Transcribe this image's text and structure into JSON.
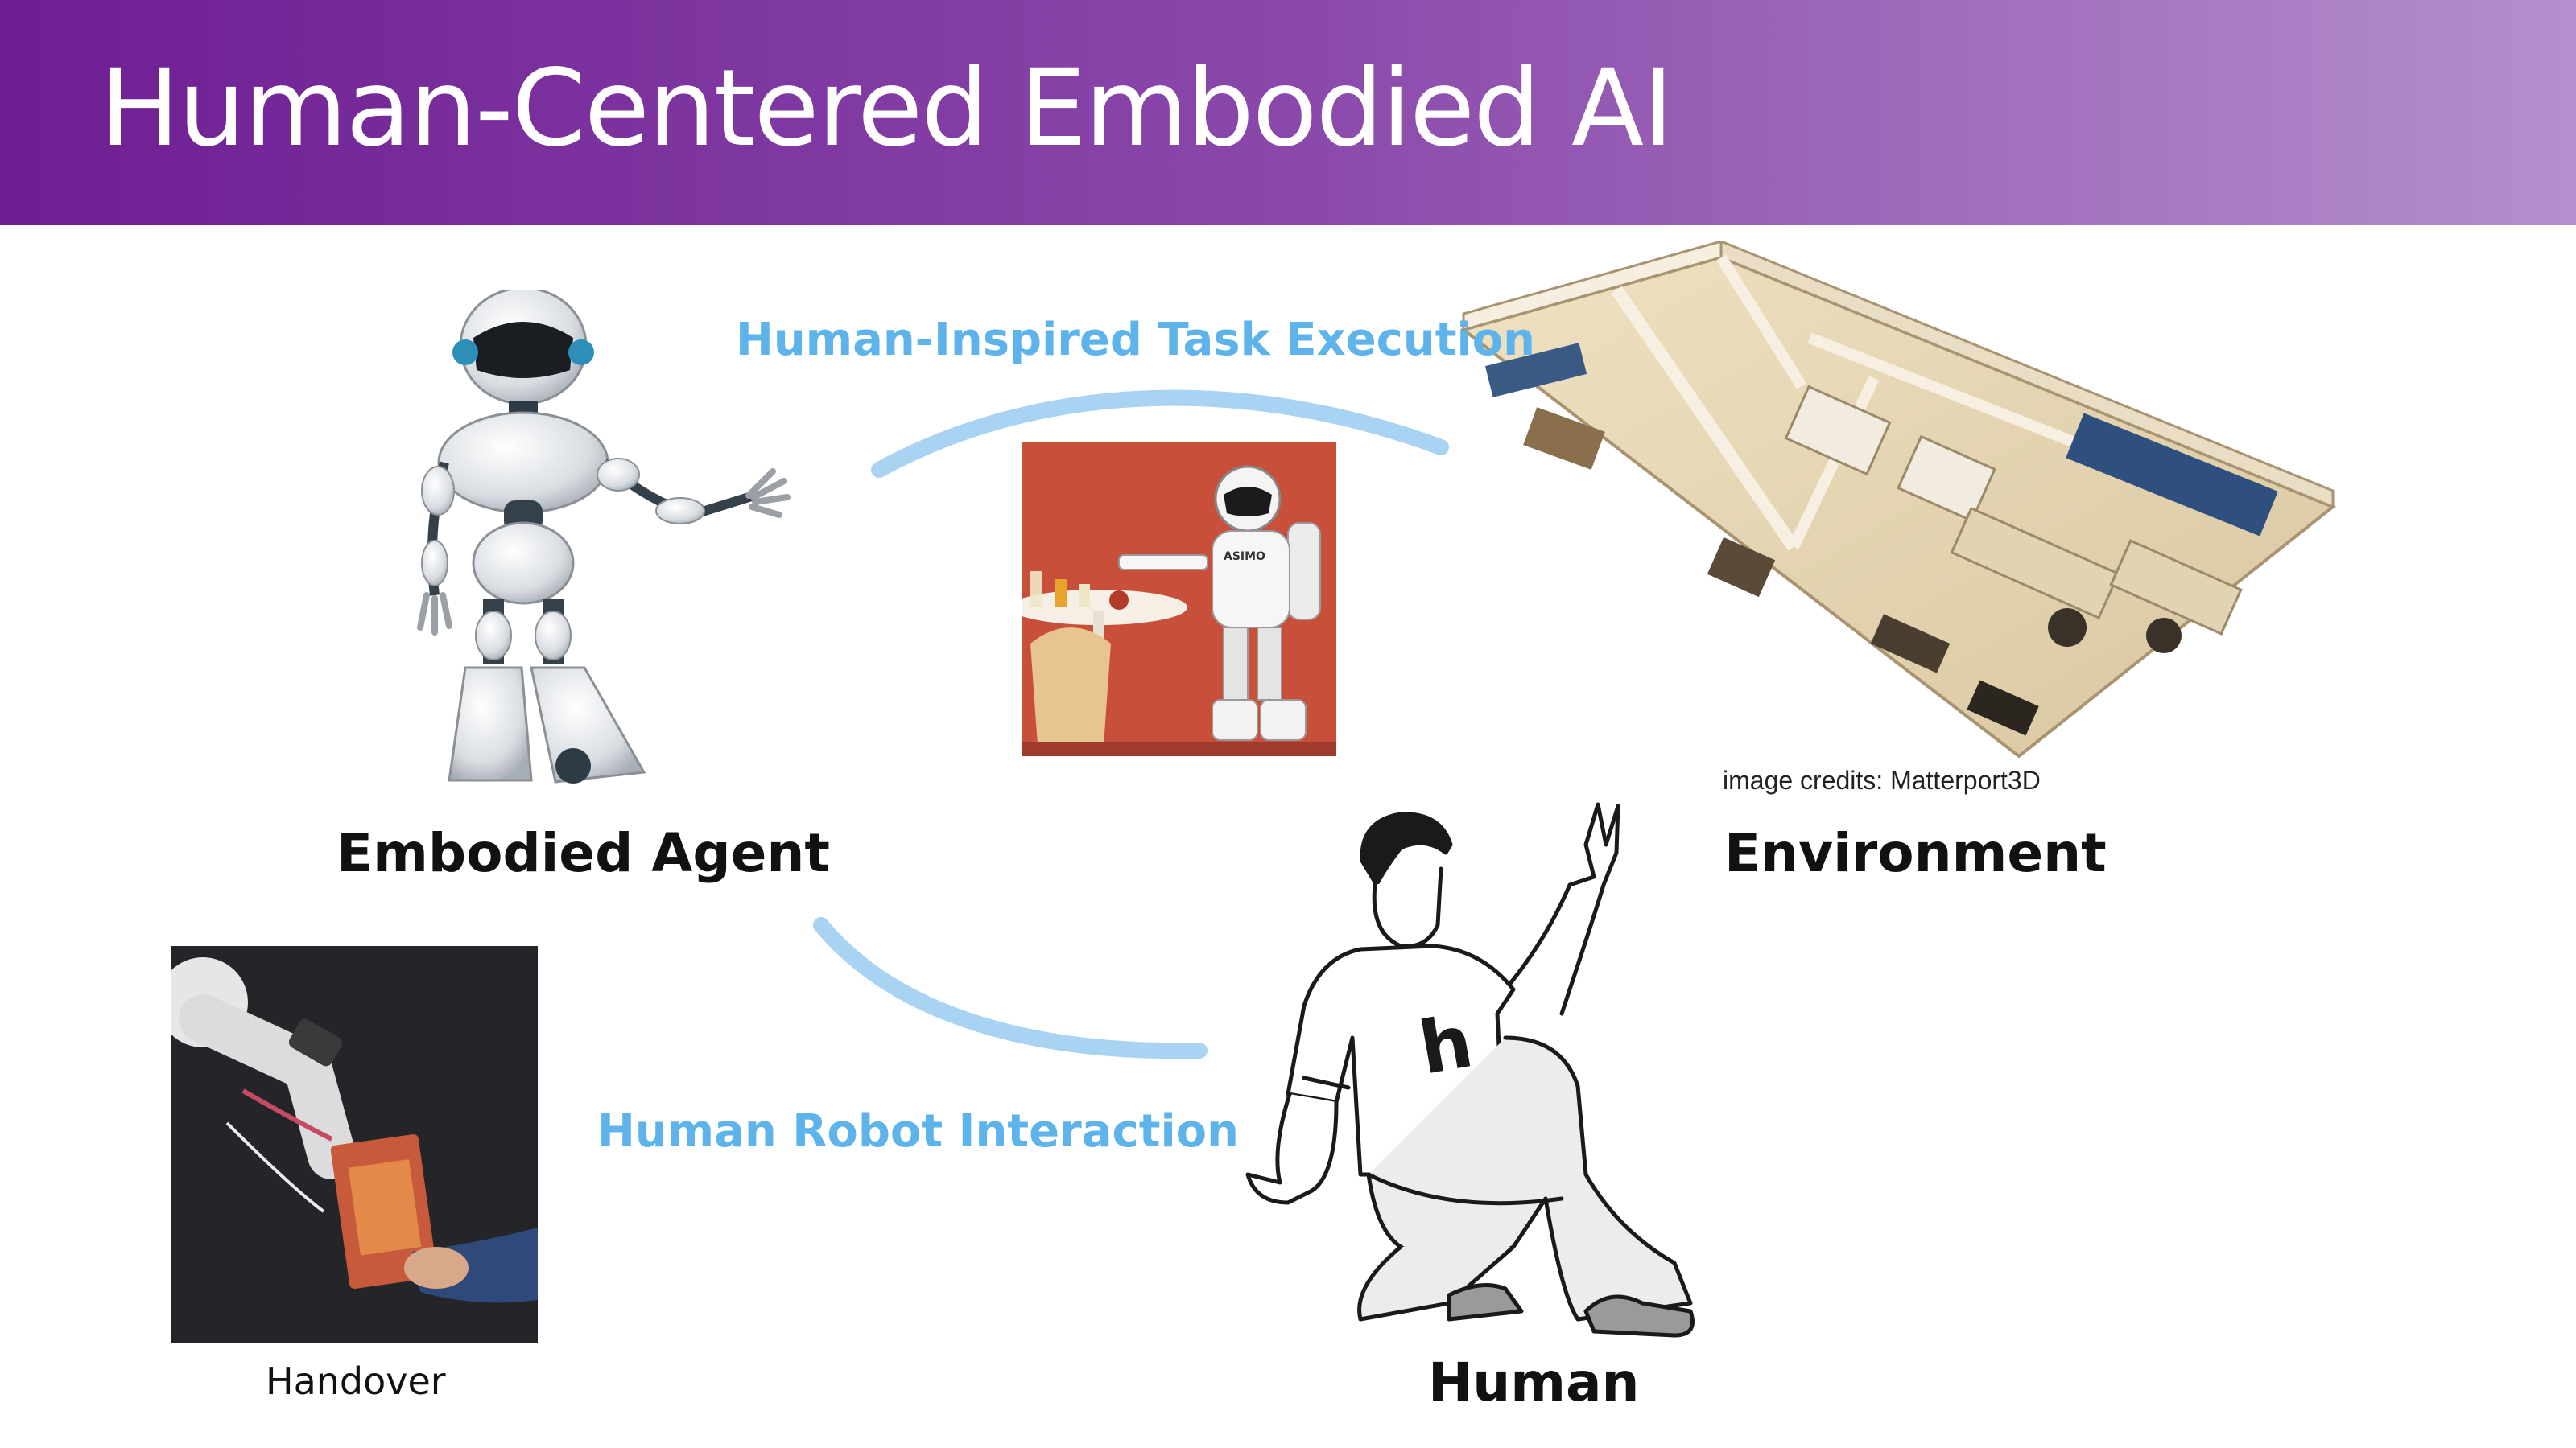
{
  "slide": {
    "title": "Human-Centered Embodied AI"
  },
  "nodes": {
    "agent_label": "Embodied Agent",
    "environment_label": "Environment",
    "human_label": "Human"
  },
  "edges": {
    "task_execution_label": "Human-Inspired Task Execution",
    "interaction_label": "Human Robot Interaction"
  },
  "images": {
    "environment_credit": "image credits: Matterport3D",
    "handover_caption": "Handover",
    "shirt_letter": "h",
    "robot_chest_text": "ASIMO"
  },
  "colors": {
    "title_gradient_start": "#6e1e93",
    "title_gradient_end": "#b48fcd",
    "accent_blue": "#5db3ea",
    "arc_blue": "#a9d3f2"
  },
  "icons": {
    "agent": "humanoid-robot-icon",
    "environment": "apartment-floorplan-3d-illustration",
    "human": "seated-person-peace-sign-illustration"
  }
}
